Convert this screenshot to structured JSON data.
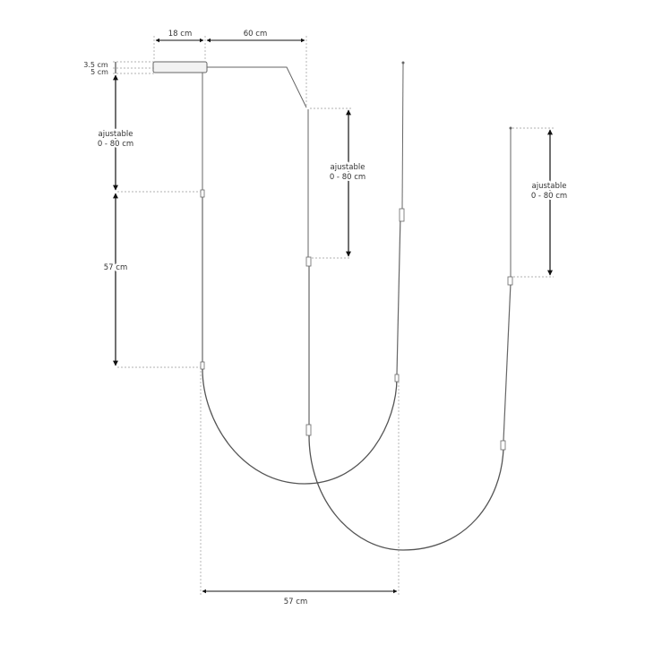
{
  "diagram": {
    "labels": {
      "width_canopy": "18 cm",
      "offset_canopy": "60 cm",
      "canopy_height": "3.5 cm",
      "canopy_gap": "5 cm",
      "adjust_left_line1": "ajustable",
      "adjust_left_line2": "0 - 80 cm",
      "adjust_mid_line1": "ajustable",
      "adjust_mid_line2": "0 - 80 cm",
      "adjust_right_line1": "ajustable",
      "adjust_right_line2": "0 - 80 cm",
      "rod_length": "57 cm",
      "loop_width": "57 cm"
    },
    "colors": {
      "line": "#555555",
      "dim": "#111111",
      "dash": "#888888"
    }
  }
}
